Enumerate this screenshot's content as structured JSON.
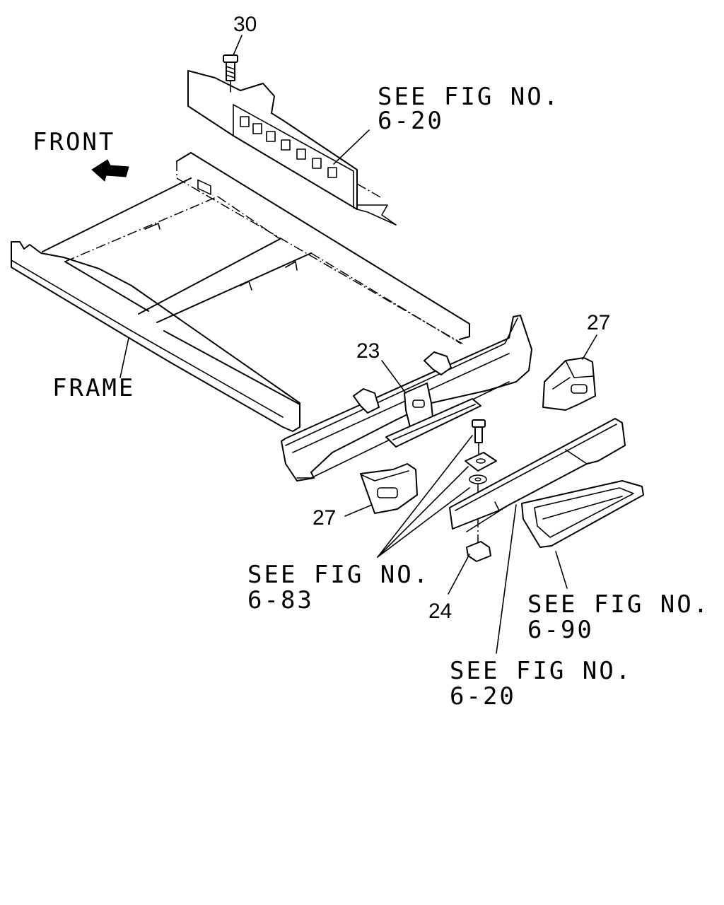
{
  "labels": {
    "front": "FRONT",
    "frame": "FRAME"
  },
  "references": {
    "ref_top": [
      "SEE FIG NO.",
      "6-20"
    ],
    "ref_left": [
      "SEE FIG NO.",
      "6-83"
    ],
    "ref_right": [
      "SEE FIG NO.",
      "6-90"
    ],
    "ref_bottom": [
      "SEE FIG NO.",
      "6-20"
    ]
  },
  "callouts": {
    "bolt": "30",
    "crossmember": "23",
    "bracket_right": "27",
    "bracket_left": "27",
    "clip": "24"
  }
}
